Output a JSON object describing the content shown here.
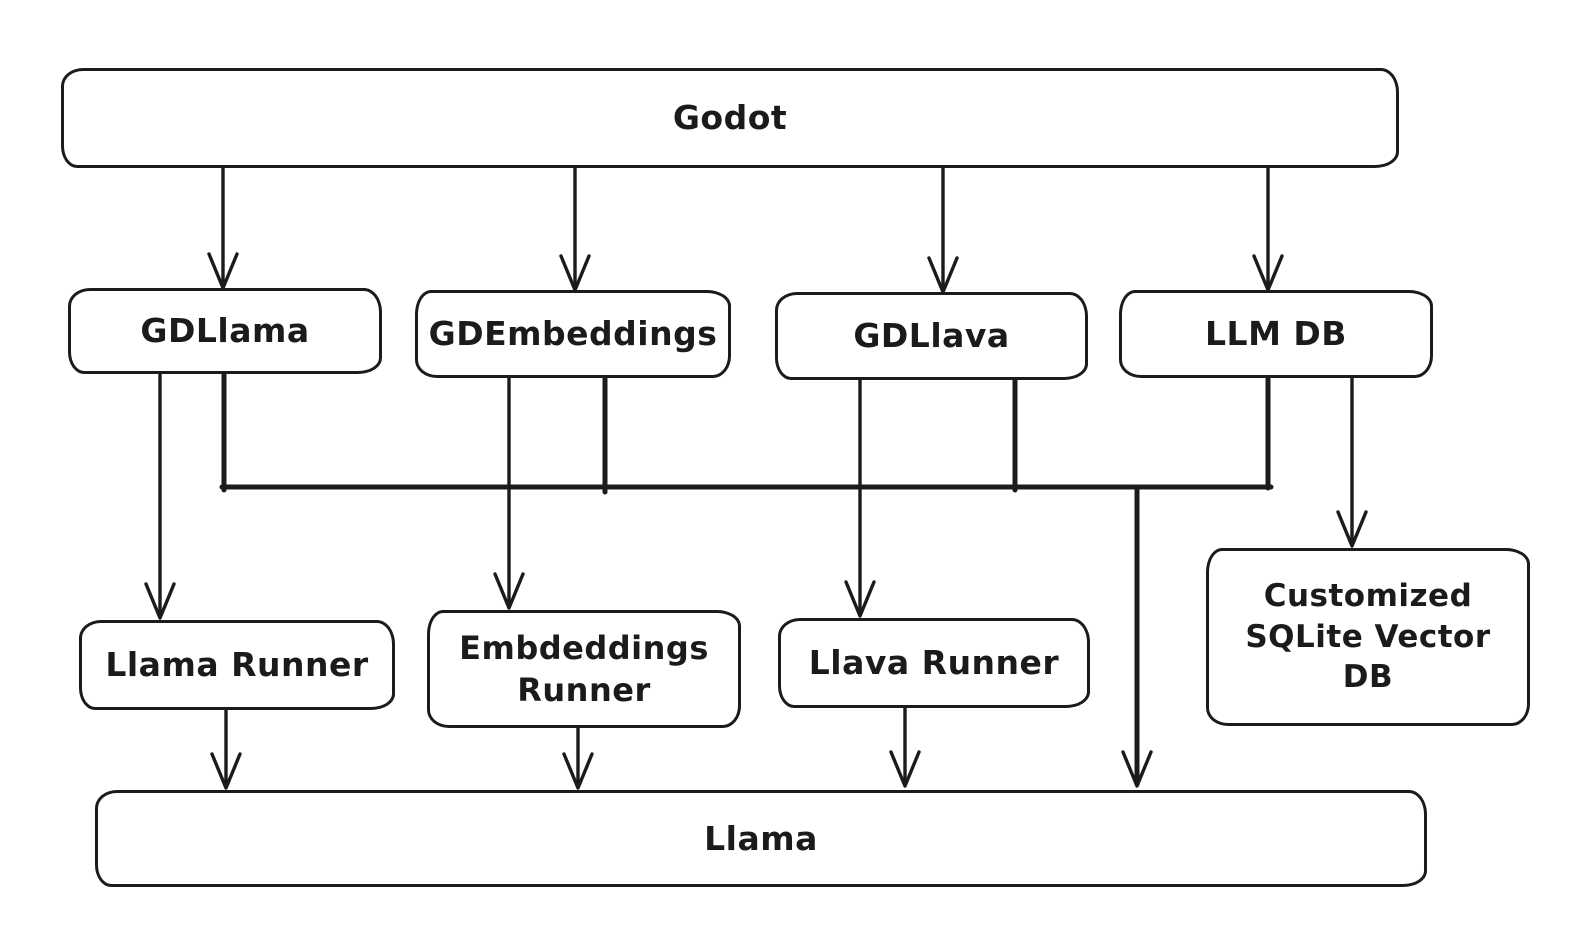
{
  "diagram": {
    "background": "#ffffff",
    "stroke_color": "#1b1b1b",
    "style": "hand-drawn-flowchart"
  },
  "nodes": {
    "godot": {
      "label": "Godot"
    },
    "gdllama": {
      "label": "GDLlama"
    },
    "gdembeddings": {
      "label": "GDEmbeddings"
    },
    "gdllava": {
      "label": "GDLlava"
    },
    "llm_db": {
      "label": "LLM DB"
    },
    "llama_runner": {
      "label": "Llama Runner"
    },
    "embdeddings_runner": {
      "label": [
        "Embdeddings",
        "Runner"
      ]
    },
    "llava_runner": {
      "label": "Llava Runner"
    },
    "sqlite_db": {
      "label": [
        "Customized",
        "SQLite Vector",
        "DB"
      ]
    },
    "llama": {
      "label": "Llama"
    }
  },
  "edges": [
    {
      "from": "godot",
      "to": "gdllama",
      "type": "arrow"
    },
    {
      "from": "godot",
      "to": "gdembeddings",
      "type": "arrow"
    },
    {
      "from": "godot",
      "to": "gdllava",
      "type": "arrow"
    },
    {
      "from": "godot",
      "to": "llm_db",
      "type": "arrow"
    },
    {
      "from": "gdllama",
      "to": "llama_runner",
      "type": "arrow"
    },
    {
      "from": "gdembeddings",
      "to": "embdeddings_runner",
      "type": "arrow"
    },
    {
      "from": "gdllava",
      "to": "llava_runner",
      "type": "arrow"
    },
    {
      "from": "llm_db",
      "to": "sqlite_db",
      "type": "arrow"
    },
    {
      "from": "gdllama",
      "to": "bus",
      "type": "line"
    },
    {
      "from": "gdembeddings",
      "to": "bus",
      "type": "line"
    },
    {
      "from": "gdllava",
      "to": "bus",
      "type": "line"
    },
    {
      "from": "llm_db",
      "to": "bus",
      "type": "line"
    },
    {
      "from": "bus",
      "to": "llama",
      "type": "arrow"
    },
    {
      "from": "llama_runner",
      "to": "llama",
      "type": "arrow"
    },
    {
      "from": "embdeddings_runner",
      "to": "llama",
      "type": "arrow"
    },
    {
      "from": "llava_runner",
      "to": "llama",
      "type": "arrow"
    }
  ]
}
